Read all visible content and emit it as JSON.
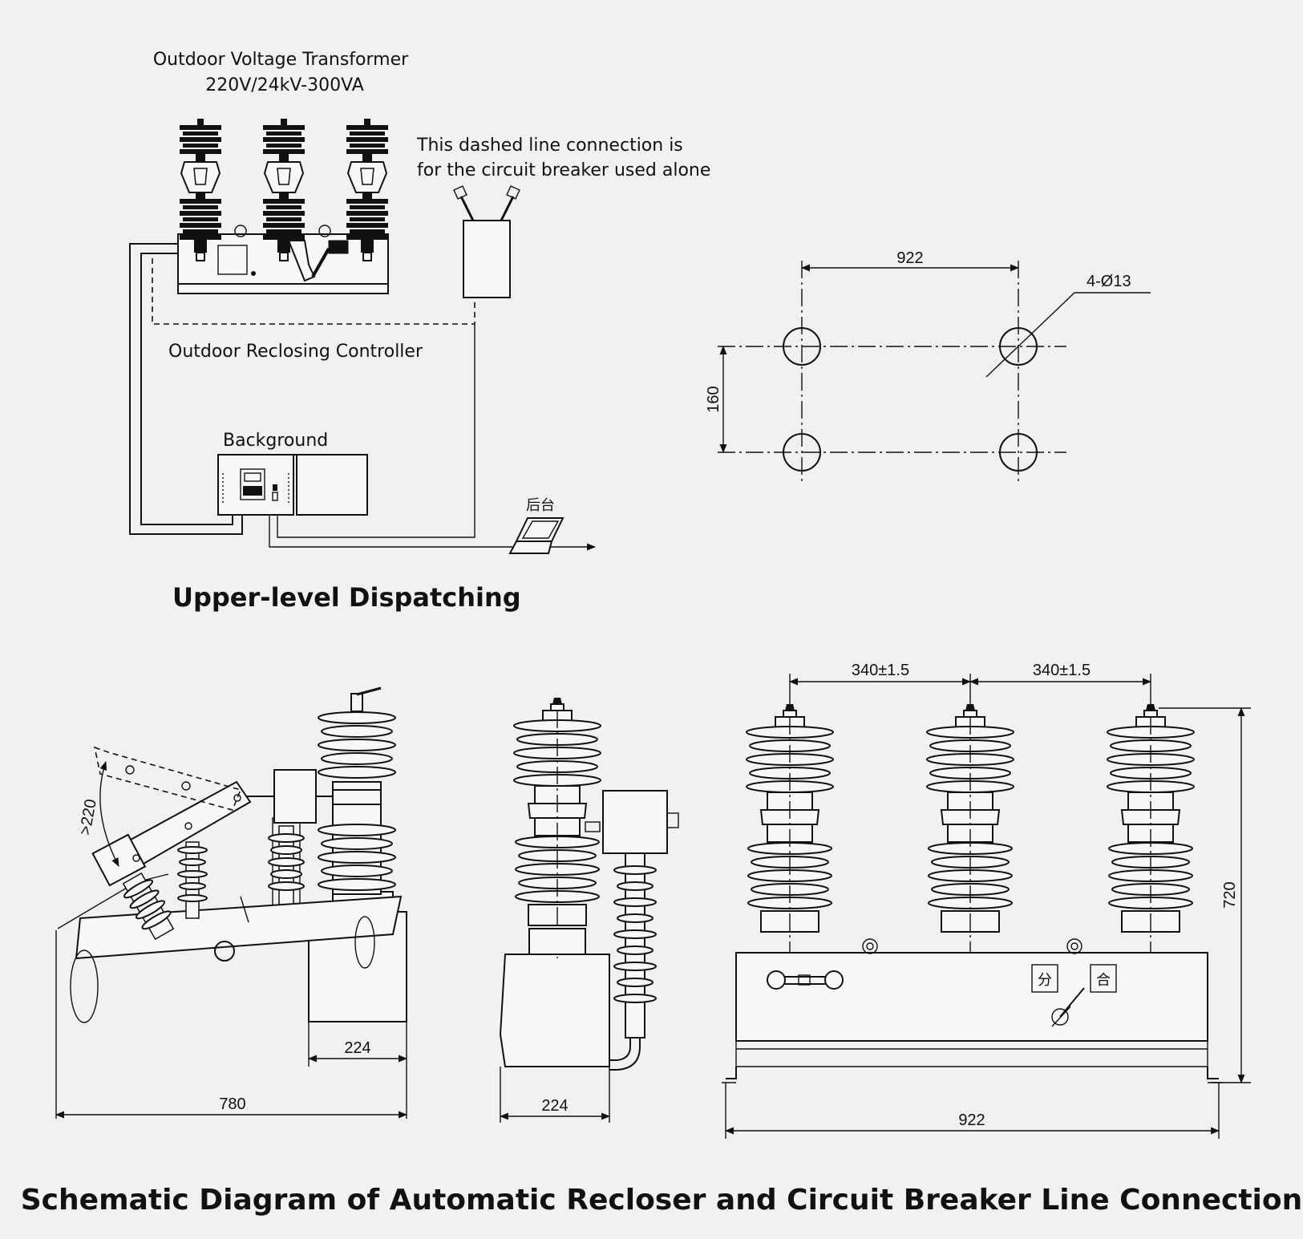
{
  "wiring": {
    "transformer_label_line1": "Outdoor Voltage Transformer",
    "transformer_label_line2": "220V/24kV-300VA",
    "dashed_note_line1": "This dashed line connection is",
    "dashed_note_line2": "for the circuit breaker used alone",
    "controller_label": "Outdoor Reclosing Controller",
    "background_label": "Background",
    "laptop_label": "后台",
    "dispatch_label": "Upper-level Dispatching"
  },
  "mounting": {
    "width_dim": "922",
    "height_dim": "160",
    "holes_label": "4-Ø13"
  },
  "side_view": {
    "angle_dim": ">220",
    "depth_dim": "224",
    "overall_dim": "780"
  },
  "end_view": {
    "depth_dim": "224"
  },
  "front_view": {
    "spacing_dim_1": "340±1.5",
    "spacing_dim_2": "340±1.5",
    "height_dim": "720",
    "width_dim": "922",
    "open_mark": "分",
    "close_mark": "合"
  },
  "title": "Schematic Diagram of Automatic Recloser and Circuit Breaker Line Connection"
}
